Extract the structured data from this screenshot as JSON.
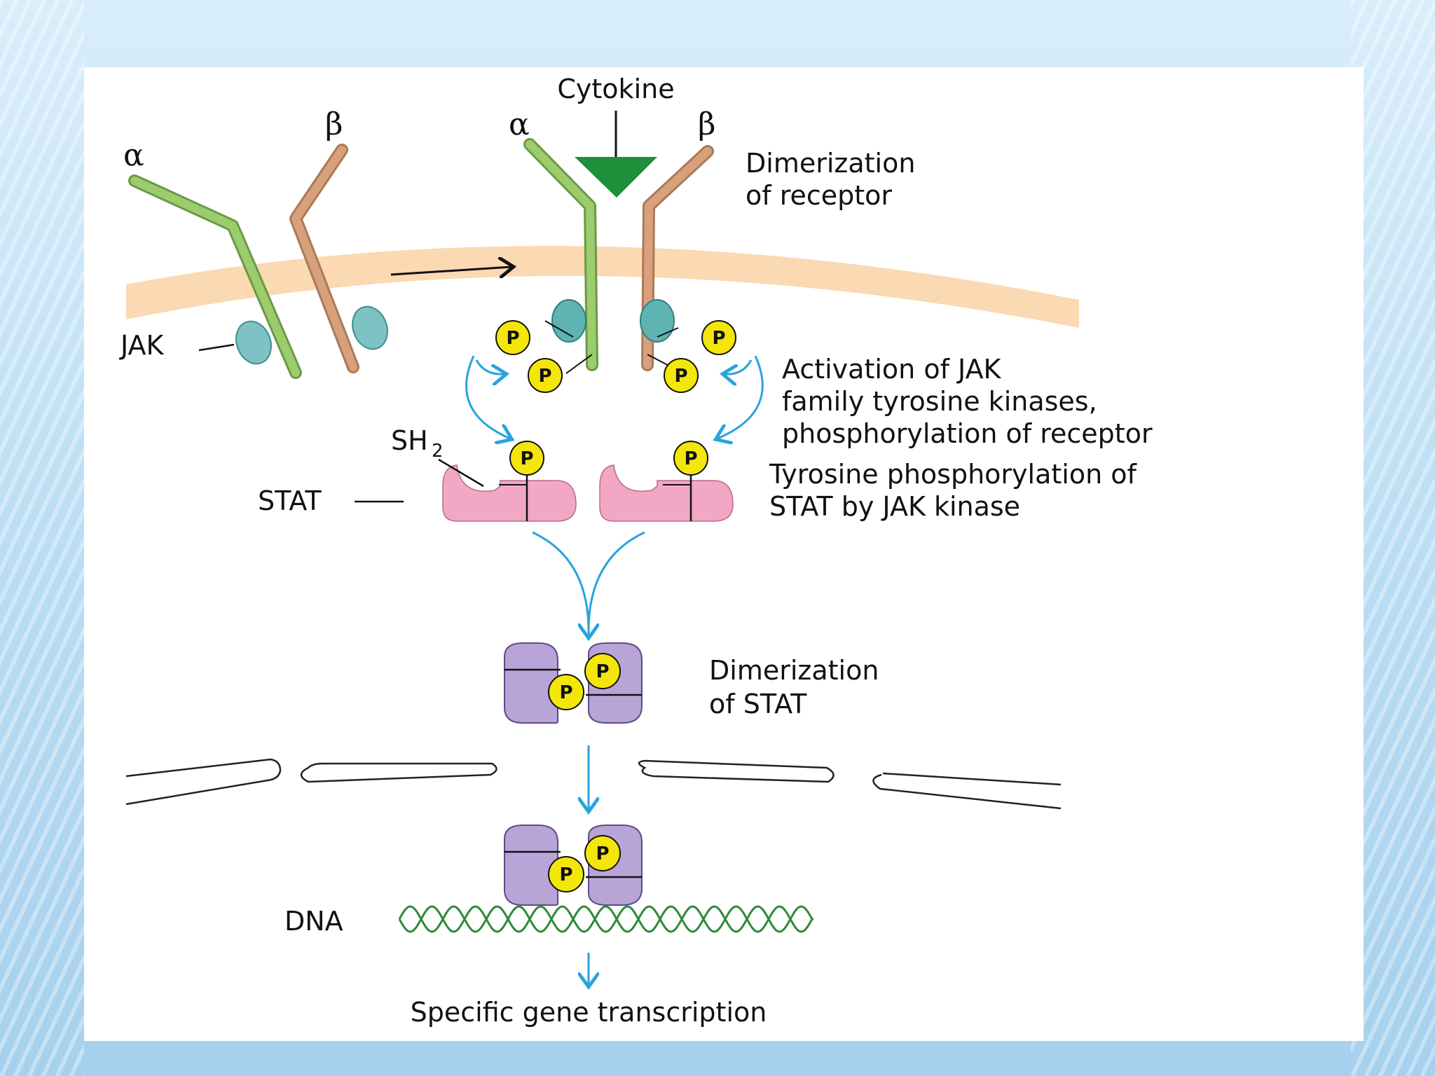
{
  "diagram": {
    "labels": {
      "cytokine": "Cytokine",
      "alpha": "α",
      "beta": "β",
      "jak": "JAK",
      "sh2": "SH",
      "sh2_sub": "2",
      "stat": "STAT",
      "dna": "DNA",
      "phospho": "P"
    },
    "steps": {
      "dimerization_receptor_1": "Dimerization",
      "dimerization_receptor_2": "of receptor",
      "activation_1": "Activation of JAK",
      "activation_2": "family tyrosine kinases,",
      "activation_3": "phosphorylation of receptor",
      "stat_phos_1": "Tyrosine phosphorylation of",
      "stat_phos_2": "STAT by JAK kinase",
      "dimerization_stat_1": "Dimerization",
      "dimerization_stat_2": "of STAT",
      "transcription": "Specific gene transcription"
    },
    "colors": {
      "alpha_chain": "#9ccc6e",
      "beta_chain": "#d9a07c",
      "membrane": "#fbd9b3",
      "jak": "#7fc2c4",
      "phosphate": "#f5e60a",
      "stat_monomer": "#f2a7c4",
      "stat_dimer": "#b8a4d6",
      "cytokine": "#1e8f3a",
      "arrow": "#29a3dc",
      "dna": "#2f8a3a"
    }
  }
}
